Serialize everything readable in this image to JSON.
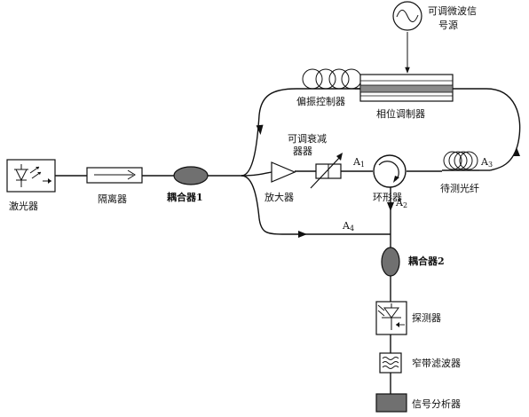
{
  "labels": {
    "laser": "激光器",
    "isolator": "隔离器",
    "coupler1": "耦合器1",
    "polarization_controller": "偏振控制器",
    "phase_modulator": "相位调制器",
    "microwave_source": "可调微波信号源",
    "amplifier": "放大器",
    "attenuator": "可调衰减器器",
    "circulator": "环形器",
    "fiber_under_test": "待测光纤",
    "coupler2": "耦合器2",
    "detector": "探测器",
    "filter": "窄带滤波器",
    "analyzer": "信号分析器"
  },
  "ports": {
    "a1": "A",
    "a1_sub": "1",
    "a2": "A",
    "a2_sub": "2",
    "a3": "A",
    "a3_sub": "3",
    "a4": "A",
    "a4_sub": "4"
  }
}
